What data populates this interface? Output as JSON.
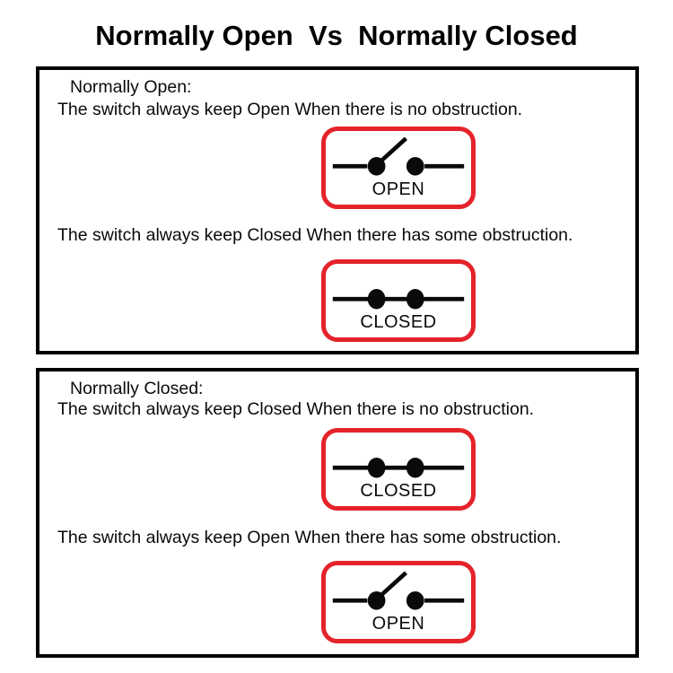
{
  "title": "Normally Open  Vs  Normally Closed",
  "colors": {
    "accent_red": "#e4232b",
    "ink": "#000000"
  },
  "sections": [
    {
      "heading": "Normally Open:",
      "line1": "The switch always keep Open When there is no obstruction.",
      "switch1": {
        "state": "open",
        "label": "OPEN"
      },
      "line2": "The switch always keep Closed When there has some obstruction.",
      "switch2": {
        "state": "closed",
        "label": "CLOSED"
      }
    },
    {
      "heading": "Normally Closed:",
      "line1": "The switch always keep Closed When there is no obstruction.",
      "switch1": {
        "state": "closed",
        "label": "CLOSED"
      },
      "line2": "The switch always keep Open When there has some obstruction.",
      "switch2": {
        "state": "open",
        "label": "OPEN"
      }
    }
  ]
}
